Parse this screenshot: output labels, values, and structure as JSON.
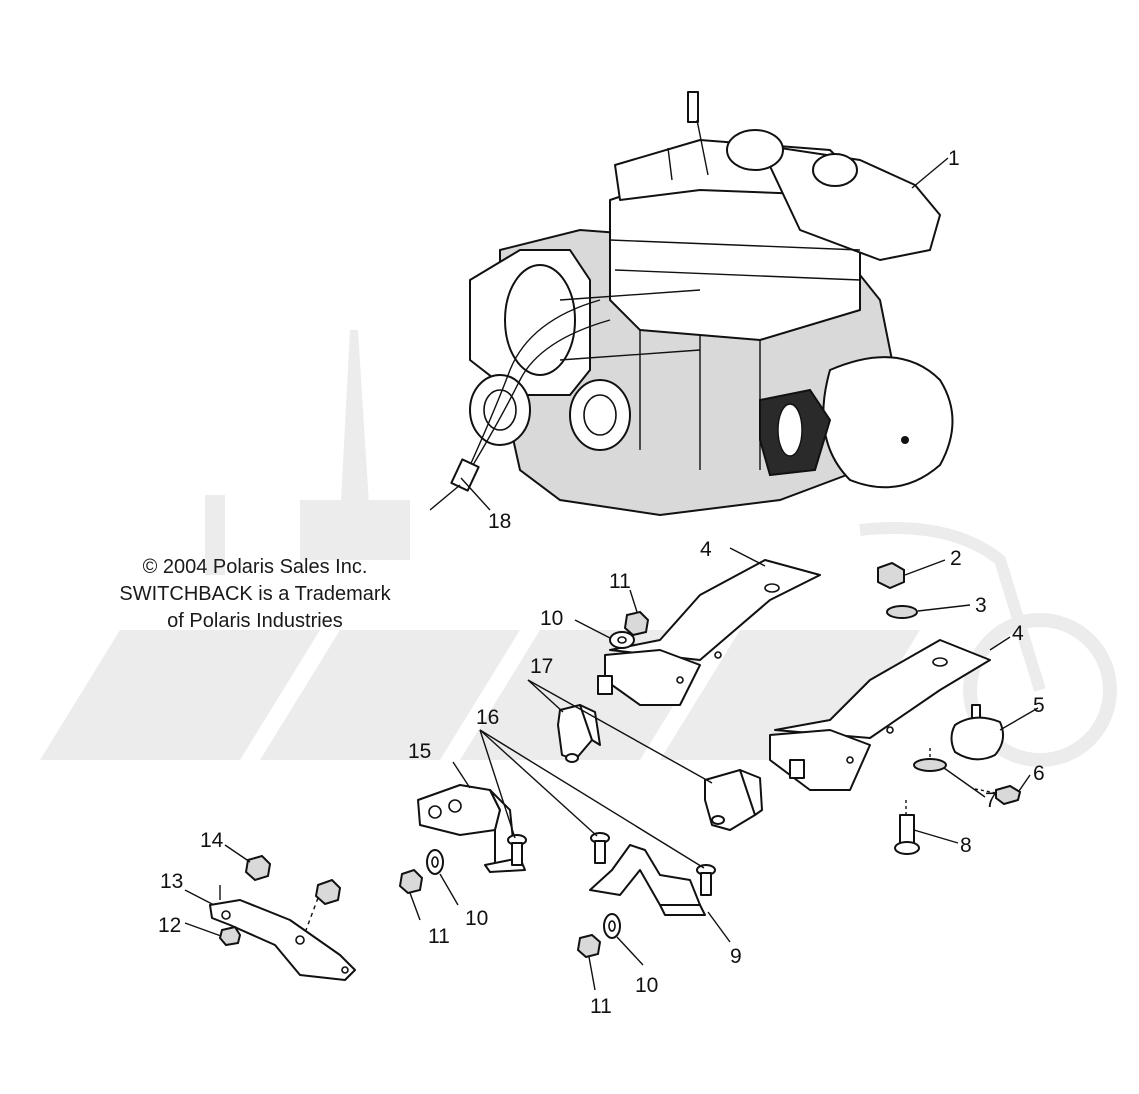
{
  "copyright": {
    "line1": "© 2004 Polaris Sales Inc.",
    "line2": "SWITCHBACK is a Trademark",
    "line3": "of Polaris Industries"
  },
  "callouts": {
    "c1": "1",
    "c2": "2",
    "c3": "3",
    "c4a": "4",
    "c4b": "4",
    "c5": "5",
    "c6": "6",
    "c7": "7",
    "c8": "8",
    "c9": "9",
    "c10a": "10",
    "c10b": "10",
    "c10c": "10",
    "c11a": "11",
    "c11b": "11",
    "c11c": "11",
    "c12": "12",
    "c13": "13",
    "c14": "14",
    "c15": "15",
    "c16": "16",
    "c17": "17",
    "c18": "18"
  },
  "colors": {
    "line": "#111111",
    "watermark": "#ececec"
  }
}
